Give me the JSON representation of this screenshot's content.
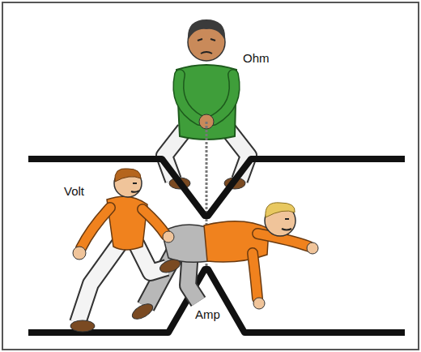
{
  "diagram": {
    "labels": [
      "Ohm",
      "Volt",
      "Amp"
    ]
  }
}
